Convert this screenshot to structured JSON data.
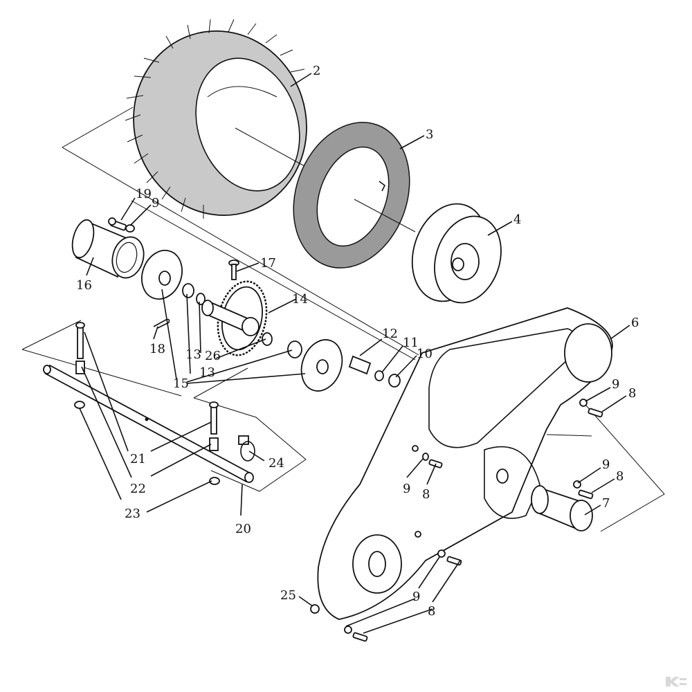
{
  "labels": [
    {
      "id": "2",
      "text": "2"
    },
    {
      "id": "3",
      "text": "3"
    },
    {
      "id": "4",
      "text": "4"
    },
    {
      "id": "6",
      "text": "6"
    },
    {
      "id": "7",
      "text": "7"
    },
    {
      "id": "8a",
      "text": "8"
    },
    {
      "id": "8b",
      "text": "8"
    },
    {
      "id": "8c",
      "text": "8"
    },
    {
      "id": "8d",
      "text": "8"
    },
    {
      "id": "9a",
      "text": "9"
    },
    {
      "id": "9b",
      "text": "9"
    },
    {
      "id": "9c",
      "text": "9"
    },
    {
      "id": "9d",
      "text": "9"
    },
    {
      "id": "9e",
      "text": "9"
    },
    {
      "id": "10",
      "text": "10"
    },
    {
      "id": "11",
      "text": "11"
    },
    {
      "id": "12",
      "text": "12"
    },
    {
      "id": "13a",
      "text": "13"
    },
    {
      "id": "13b",
      "text": "13"
    },
    {
      "id": "14",
      "text": "14"
    },
    {
      "id": "15",
      "text": "15"
    },
    {
      "id": "16",
      "text": "16"
    },
    {
      "id": "17",
      "text": "17"
    },
    {
      "id": "18",
      "text": "18"
    },
    {
      "id": "19",
      "text": "19"
    },
    {
      "id": "20",
      "text": "20"
    },
    {
      "id": "21",
      "text": "21"
    },
    {
      "id": "22",
      "text": "22"
    },
    {
      "id": "23",
      "text": "23"
    },
    {
      "id": "24",
      "text": "24"
    },
    {
      "id": "25",
      "text": "25"
    },
    {
      "id": "26",
      "text": "26"
    }
  ],
  "icons": {
    "logo": "brand-logo-icon"
  }
}
